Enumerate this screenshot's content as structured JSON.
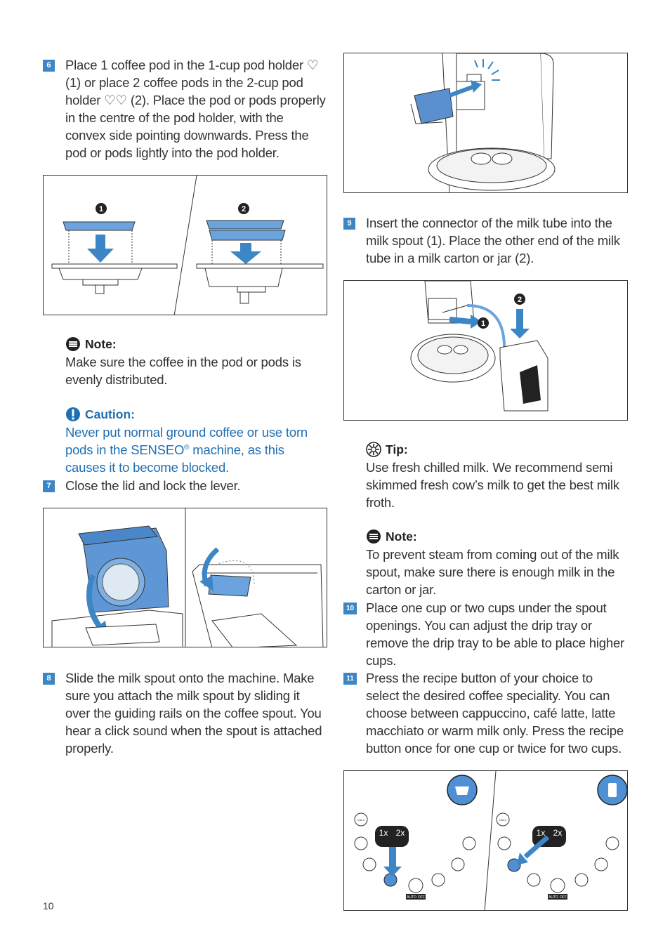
{
  "steps": {
    "s6": {
      "num": "6",
      "text": "Place 1 coffee pod in the 1-cup pod holder ♡ (1) or place 2 coffee pods in the 2-cup pod holder ♡♡ (2). Place the pod or pods properly in the centre of the pod holder, with the convex side pointing downwards. Press the pod or pods lightly into the pod holder."
    },
    "s7": {
      "num": "7",
      "text": "Close the lid and lock the lever."
    },
    "s8": {
      "num": "8",
      "text": "Slide the milk spout onto the machine. Make sure you attach the milk spout by sliding it over the guiding rails on the coffee spout. You hear a click sound when the spout is attached properly."
    },
    "s9": {
      "num": "9",
      "text": "Insert the connector of the milk tube into the milk spout (1). Place the other end of the milk tube in a milk carton or jar (2)."
    },
    "s10": {
      "num": "10",
      "text": "Place one cup or two cups under the spout openings. You can adjust the drip tray or remove the drip tray to be able to place higher cups."
    },
    "s11": {
      "num": "11",
      "text": "Press the recipe button of your choice to select the desired coffee speciality. You can choose between cappuccino, café latte, latte macchiato or warm milk only. Press the recipe button once for one cup or twice for two cups."
    }
  },
  "note1": {
    "title": "Note:",
    "text": "Make sure the coffee in the pod or pods is evenly distributed."
  },
  "caution": {
    "title": "Caution:",
    "text_a": "Never put normal ground coffee or use torn pods in the SENSEO",
    "reg": "®",
    "text_b": " machine, as this causes it to become blocked."
  },
  "tip": {
    "title": "Tip:",
    "text": "Use fresh chilled milk. We recommend semi skimmed fresh cow’s milk to get the best milk froth."
  },
  "note2": {
    "title": "Note:",
    "text": "To prevent steam from coming out of the milk spout, make sure there is enough milk in the carton or jar."
  },
  "figure_labels": {
    "one": "1",
    "two": "2",
    "calc": "CALC",
    "dose_1x": "1x",
    "dose_2x": "2x",
    "auto": "AUTO",
    "off": "OFF"
  },
  "page_number": "10",
  "colors": {
    "accent_blue": "#3d86c6",
    "caution_blue": "#1f6fb4",
    "illustration_blue": "#4f8fd4"
  }
}
